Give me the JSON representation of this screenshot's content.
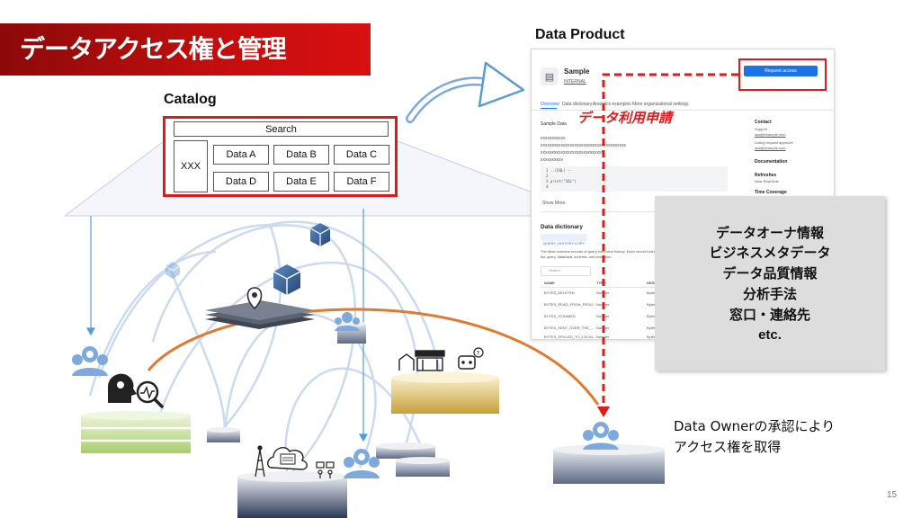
{
  "slide": {
    "title": "データアクセス権と管理",
    "page_number": "15"
  },
  "catalog": {
    "label": "Catalog",
    "search_label": "Search",
    "side_item": "XXX",
    "items": [
      "Data A",
      "Data B",
      "Data C",
      "Data D",
      "Data E",
      "Data F"
    ]
  },
  "data_product": {
    "label": "Data Product",
    "name": "Sample",
    "badge": "INTERNAL",
    "request_button": "Request access",
    "tabs": [
      "Overview",
      "Data dictionary",
      "Analytics examples",
      "More organizational settings"
    ],
    "section_sample": "Sample Data",
    "placeholder_lines": [
      "xxxxxxxxxxx",
      "xxxxxxxxxxxxxxxxxxxxxxxxxxxxxxxxxxxxxx",
      "xxxxxxxxxxxxxxxxxxxxxxxxxxxx",
      "xxxxxxxxxx"
    ],
    "code_lines": [
      "1   ..(SQL) --",
      "2",
      "3   print(\"SQL\")",
      "4"
    ],
    "show_more": "Show More",
    "dictionary_title": "Data dictionary",
    "dictionary_tag": "QUERY_HISTORY.COPY",
    "dictionary_desc": "The table contains records of query execution history. Each record includes details about the query, database, schema, and execution.",
    "dict_search": "Search",
    "columns": [
      "NAME",
      "TYPE",
      "DESCRIPTION"
    ],
    "rows": [
      [
        "BYTES_DELETED",
        "Number",
        "Bytes deleted"
      ],
      [
        "BYTES_READ_FROM_RESU...",
        "Number",
        "Bytes read from result"
      ],
      [
        "BYTES_SCANNED",
        "Number",
        "Bytes scanned"
      ],
      [
        "BYTES_SENT_OVER_THE_...",
        "Number",
        "Bytes sent over the network"
      ],
      [
        "BYTES_SPILLED_TO_LOCAL...",
        "Number",
        "Bytes spilled to local storage"
      ]
    ],
    "sidebar": {
      "contact_title": "Contact",
      "contact_support": "Support",
      "contact_email": "aaa@example.com",
      "approver_title": "Listing request approver",
      "approver_email": "aaa@example.com",
      "documentation": "Documentation",
      "refresh_title": "Refreshes",
      "refresh_value": "Near Real-time",
      "time_title": "Time Coverage"
    }
  },
  "request_label": "データ利用申請",
  "info_box": {
    "lines": [
      "データオーナ情報",
      "ビジネスメタデータ",
      "データ品質情報",
      "分析手法",
      "窓口・連絡先",
      "etc."
    ]
  },
  "owner_text": {
    "line1": "Data Ownerの承認により",
    "line2": "アクセス権を取得"
  },
  "icons": {
    "cube": "cube-icon",
    "map_pin": "map-pin-icon",
    "people": "people-group-icon",
    "lightbulb_head": "lightbulb-head-icon",
    "analytics": "magnifier-analytics-icon",
    "shop": "shop-icon",
    "robot": "robot-icon",
    "tower": "tower-icon",
    "cloud": "cloud-network-icon",
    "workers": "workers-icon"
  },
  "colors": {
    "banner": "#c40e0e",
    "highlight": "#e01a1a",
    "arrow_blue": "#5b9bd5",
    "curve_orange": "#e07a30"
  }
}
